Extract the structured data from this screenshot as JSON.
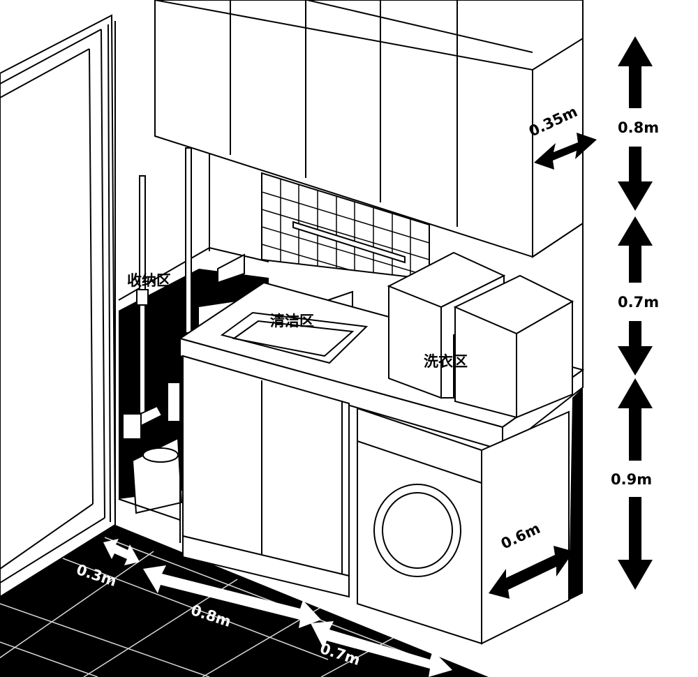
{
  "zones": {
    "storage": "收纳区",
    "cleaning": "清洁区",
    "laundry": "洗衣区"
  },
  "dimensions": {
    "cabinet_depth": "0.35m",
    "upper_height": "0.8m",
    "middle_height": "0.7m",
    "lower_height": "0.9m",
    "washer_depth": "0.6m",
    "storage_width": "0.3m",
    "sink_width": "0.8m",
    "washer_width": "0.7m"
  },
  "colors": {
    "ink": "#000000",
    "paper": "#ffffff"
  }
}
